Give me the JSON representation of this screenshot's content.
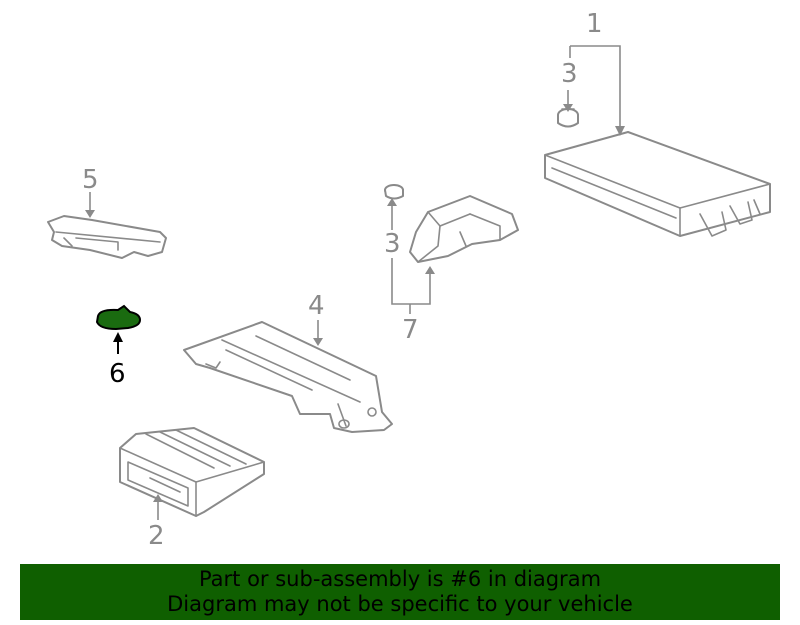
{
  "diagram": {
    "callouts": {
      "c1": "1",
      "c2": "2",
      "c3a": "3",
      "c3b": "3",
      "c4": "4",
      "c5": "5",
      "c6": "6",
      "c7": "7"
    },
    "highlighted_part": "6",
    "colors": {
      "line": "#8a8a8a",
      "highlight_fill": "#1a6b10",
      "banner": "#0f5f00"
    }
  },
  "banner": {
    "line1": "Part or sub-assembly is #6 in diagram",
    "line2": "Diagram may not be specific to your vehicle"
  }
}
